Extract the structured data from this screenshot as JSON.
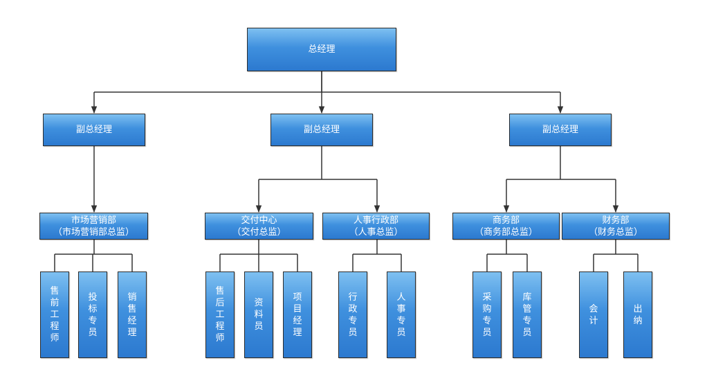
{
  "chart_title": "",
  "nodes": {
    "ceo": "总经理",
    "vp_left": "副总经理",
    "vp_mid": "副总经理",
    "vp_right": "副总经理",
    "marketing": "市场营销部\n（市场营销部总监）",
    "delivery": "交付中心\n（交付总监）",
    "hr": "人事行政部\n（人事总监）",
    "commerce": "商务部\n（商务部总监）",
    "finance": "财务部\n（财务总监）",
    "presales": "售\n前\n工\n程\n师",
    "bid": "投\n标\n专\n员",
    "sales_mgr": "销\n售\n经\n理",
    "aftersales": "售\n后\n工\n程\n师",
    "data_clerk": "资\n料\n员",
    "pm": "项\n目\n经\n理",
    "admin": "行\n政\n专\n员",
    "hr_specialist": "人\n事\n专\n员",
    "purchasing": "采\n购\n专\n员",
    "warehouse": "库\n管\n专\n员",
    "accountant": "会\n计",
    "cashier": "出\n纳"
  },
  "colors": {
    "box_top": "#7ec0f1",
    "box_bottom": "#2c79cf",
    "border": "#2b2b2b",
    "line": "#333333"
  }
}
